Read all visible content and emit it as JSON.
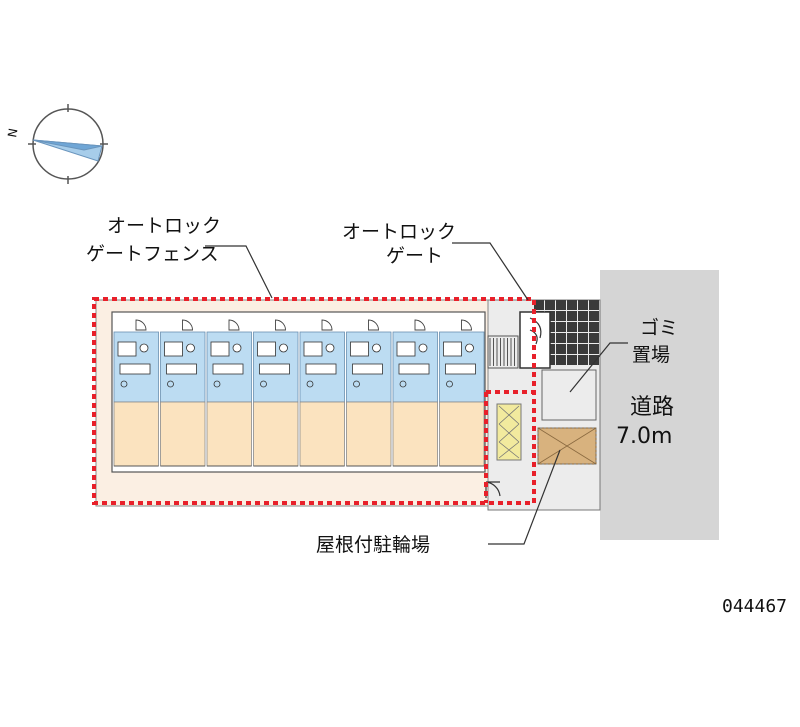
{
  "compass": {
    "north_label": "N",
    "icon": "compass-icon"
  },
  "labels": {
    "autolock_fence": [
      "オートロック",
      "ゲートフェンス"
    ],
    "autolock_gate": [
      "オートロック",
      "ゲート"
    ],
    "garbage": [
      "ゴミ",
      "置場"
    ],
    "road": [
      "道路",
      "7.0m"
    ],
    "bicycle_parking": "屋根付駐輪場",
    "property_code": "044467"
  },
  "units": {
    "count": 8
  },
  "colors": {
    "fence": "#e8202a",
    "unit_blue": "#bcdcf2",
    "unit_orange": "#fbe3bf",
    "grounds": "#fbefe3",
    "road": "#d5d5d5",
    "path": "#ececec",
    "garbage_tile": "#3a3a3a",
    "bike_fill": "#d8b27e",
    "storage_fill": "#f2ea9e"
  }
}
